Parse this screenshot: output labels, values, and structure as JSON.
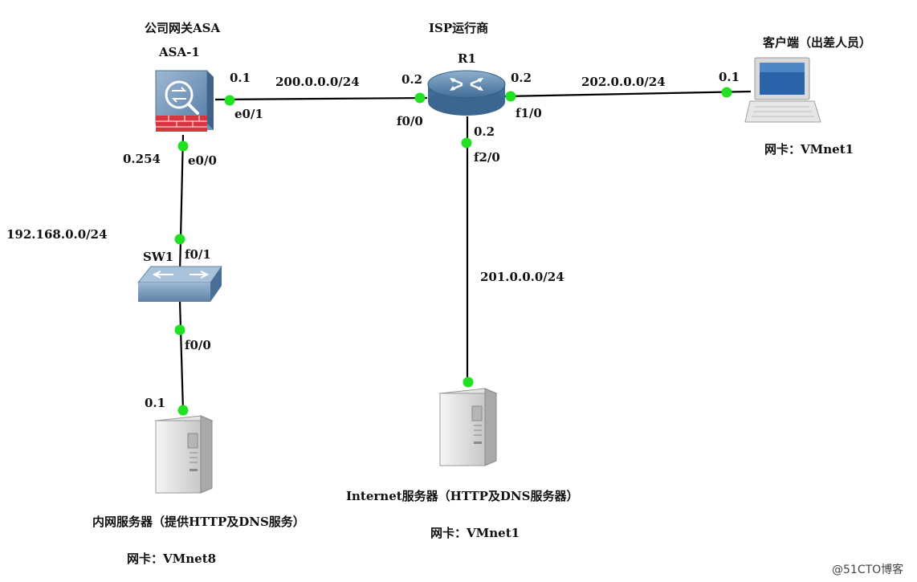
{
  "colors": {
    "port_dot": "#22e022",
    "link": "#000000",
    "firewall_red": "#d9353f",
    "device_blue": "#5b7fa8"
  },
  "nodes": {
    "asa": {
      "title": "公司网关ASA",
      "name": "ASA-1",
      "icon": "firewall-icon"
    },
    "router": {
      "title": "ISP运行商",
      "name": "R1",
      "icon": "router-icon"
    },
    "client": {
      "title": "客户端（出差人员）",
      "nic": "网卡：VMnet1",
      "icon": "laptop-icon"
    },
    "switch": {
      "name": "SW1",
      "icon": "switch-icon"
    },
    "intranet_server": {
      "title": "内网服务器（提供HTTP及DNS服务）",
      "nic": "网卡：VMnet8",
      "icon": "server-icon"
    },
    "internet_server": {
      "title": "Internet服务器（HTTP及DNS服务器）",
      "nic": "网卡：VMnet1",
      "icon": "server-icon"
    }
  },
  "links": {
    "asa_r1": {
      "subnet": "200.0.0.0/24",
      "a_port": "e0/1",
      "a_ip": "0.1",
      "b_port": "f0/0",
      "b_ip": "0.2"
    },
    "r1_client": {
      "subnet": "202.0.0.0/24",
      "a_port": "f1/0",
      "a_ip": "0.2",
      "b_ip": "0.1"
    },
    "r1_internet": {
      "subnet": "201.0.0.0/24",
      "a_port": "f2/0",
      "a_ip": "0.2"
    },
    "asa_sw1": {
      "subnet": "192.168.0.0/24",
      "a_port": "e0/0",
      "a_ip": "0.254",
      "b_port": "f0/1"
    },
    "sw1_intranet": {
      "a_port": "f0/0",
      "b_ip": "0.1"
    }
  },
  "watermark": "@51CTO博客"
}
